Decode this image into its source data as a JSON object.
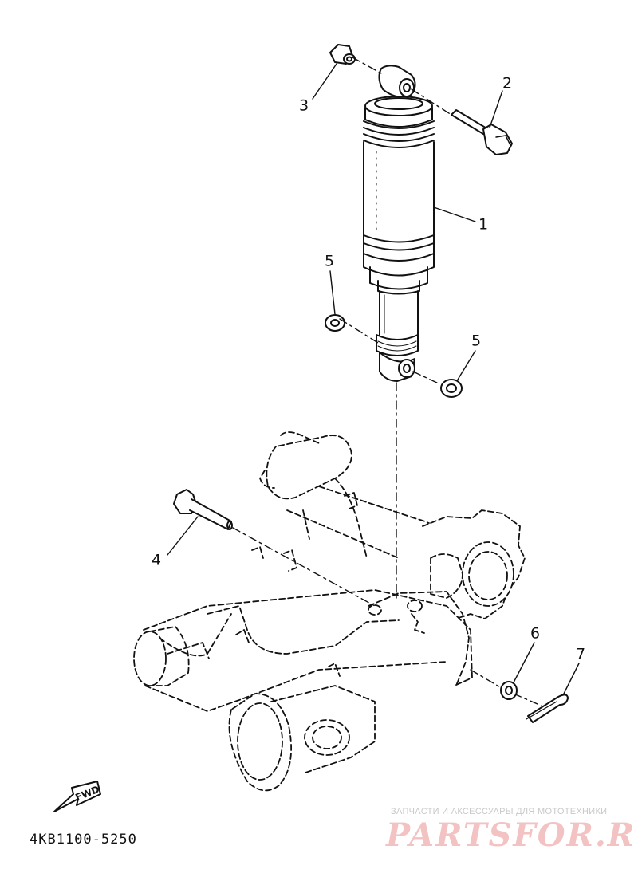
{
  "callouts": {
    "c1": "1",
    "c2": "2",
    "c3": "3",
    "c4": "4",
    "c5a": "5",
    "c5b": "5",
    "c6": "6",
    "c7": "7"
  },
  "fwd_label": "FWD",
  "diagram_code": "4KB1100-5250",
  "watermark": {
    "tagline": "ЗАПЧАСТИ И АКСЕССУАРЫ ДЛЯ МОТОТЕХНИКИ",
    "logo": "PARTSFOR.RU"
  },
  "colors": {
    "line": "#111111",
    "watermark_logo": "#f2b8b8",
    "watermark_tagline": "#c9c9c9"
  }
}
